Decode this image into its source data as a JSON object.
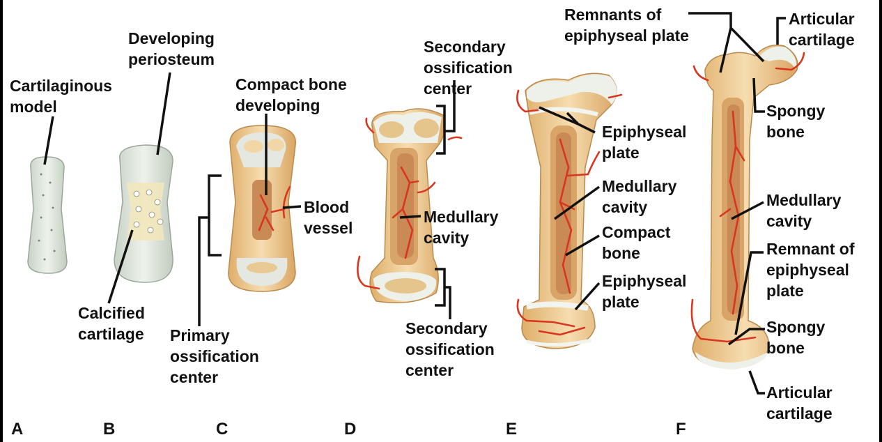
{
  "labels": {
    "cartilaginous_model": [
      "Cartilaginous",
      "model"
    ],
    "developing_periosteum": [
      "Developing",
      "periosteum"
    ],
    "calcified_cartilage": [
      "Calcified",
      "cartilage"
    ],
    "compact_bone_developing": [
      "Compact bone",
      "developing"
    ],
    "blood_vessel": [
      "Blood",
      "vessel"
    ],
    "primary_ossification_center": [
      "Primary",
      "ossification",
      "center"
    ],
    "secondary_ossification_center_top": [
      "Secondary",
      "ossification",
      "center"
    ],
    "secondary_ossification_center_bottom": [
      "Secondary",
      "ossification",
      "center"
    ],
    "medullary_cavity_d": [
      "Medullary",
      "cavity"
    ],
    "epiphyseal_plate_e_top": [
      "Epiphyseal",
      "plate"
    ],
    "medullary_cavity_e": [
      "Medullary",
      "cavity"
    ],
    "compact_bone_e": [
      "Compact",
      "bone"
    ],
    "epiphyseal_plate_e_bottom": [
      "Epiphyseal",
      "plate"
    ],
    "remnants_of_epiphyseal_plate": [
      "Remnants of",
      "epiphyseal plate"
    ],
    "articular_cartilage_top": [
      "Articular",
      "cartilage"
    ],
    "spongy_bone_top": [
      "Spongy",
      "bone"
    ],
    "medullary_cavity_f": [
      "Medullary",
      "cavity"
    ],
    "remnant_of_epiphyseal_plate": [
      "Remnant of",
      "epiphyseal",
      "plate"
    ],
    "spongy_bone_bottom": [
      "Spongy",
      "bone"
    ],
    "articular_cartilage_bottom": [
      "Articular",
      "cartilage"
    ]
  },
  "stages": [
    "A",
    "B",
    "C",
    "D",
    "E",
    "F"
  ],
  "colors": {
    "cartilage": "#dfe6dc",
    "bone_tan": "#ecc98f",
    "bone_light": "#f6e1b6",
    "marrow": "#c98a55",
    "vessel": "#d8361f"
  }
}
